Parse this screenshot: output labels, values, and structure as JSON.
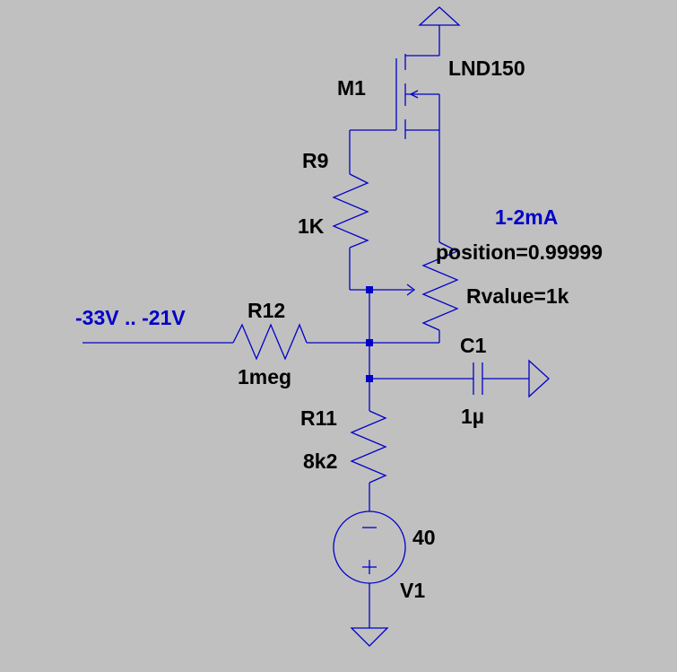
{
  "colors": {
    "background": "#c0c0c0",
    "wire": "#0000c8",
    "label": "#000000",
    "annotation": "#0000c8"
  },
  "components": {
    "m1": {
      "name": "M1",
      "value": "LND150"
    },
    "r9": {
      "name": "R9",
      "value": "1K"
    },
    "pot": {
      "note": "1-2mA",
      "position": "position=0.99999",
      "rvalue": "Rvalue=1k"
    },
    "r12": {
      "name": "R12",
      "value": "1meg"
    },
    "input_range": "-33V .. -21V",
    "c1": {
      "name": "C1",
      "value": "1µ"
    },
    "r11": {
      "name": "R11",
      "value": "8k2"
    },
    "v1": {
      "name": "V1",
      "value": "40"
    }
  },
  "icons": {
    "ground_top": "ground-icon",
    "ground_right": "ground-icon",
    "ground_bottom": "ground-icon"
  }
}
